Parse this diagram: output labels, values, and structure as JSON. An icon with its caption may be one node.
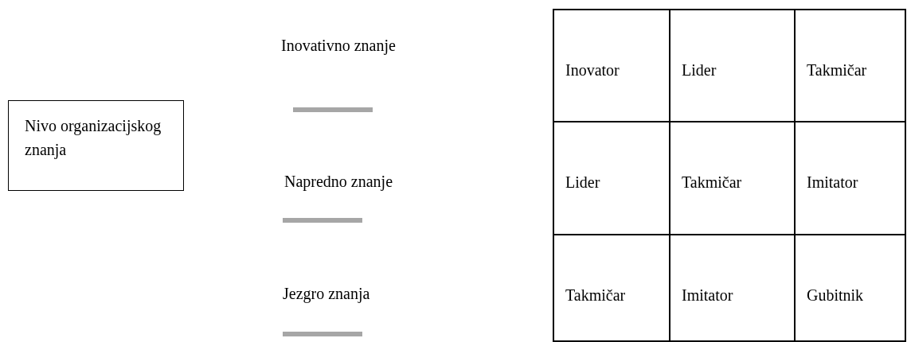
{
  "diagram": {
    "nodes": [
      {
        "text": [
          "Nivo organizacijskog znanja"
        ]
      }
    ],
    "labels": [
      "Inovativno znanje",
      "Napredno znanje",
      "Jezgro znanja",
      "Inovator",
      "Lider",
      "Takmičar",
      "Lider",
      "Takmičar",
      "Imitator",
      "Takmičar",
      "Imitator",
      "Gubitnik"
    ]
  }
}
